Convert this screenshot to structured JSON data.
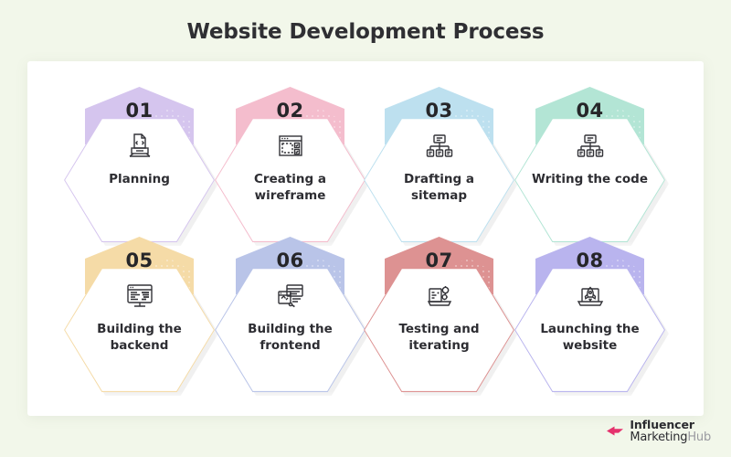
{
  "title": "Website Development Process",
  "background_color": "#f2f7ea",
  "card_color": "#ffffff",
  "steps": [
    {
      "number": "01",
      "label": "Planning",
      "color": "#d5c5ee",
      "icon": "code-document-icon"
    },
    {
      "number": "02",
      "label": "Creating a wireframe",
      "color": "#f4bdcd",
      "icon": "wireframe-layout-icon"
    },
    {
      "number": "03",
      "label": "Drafting a sitemap",
      "color": "#bde0ef",
      "icon": "sitemap-hierarchy-icon"
    },
    {
      "number": "04",
      "label": "Writing the code",
      "color": "#b3e5d5",
      "icon": "sitemap-hierarchy-icon"
    },
    {
      "number": "05",
      "label": "Building the backend",
      "color": "#f5dba7",
      "icon": "monitor-backend-icon"
    },
    {
      "number": "06",
      "label": "Building the frontend",
      "color": "#b9c4e8",
      "icon": "frontend-design-icon"
    },
    {
      "number": "07",
      "label": "Testing and iterating",
      "color": "#dd9292",
      "icon": "laptop-gears-icon"
    },
    {
      "number": "08",
      "label": "Launching the website",
      "color": "#b9b4ee",
      "icon": "laptop-rocket-icon"
    }
  ],
  "logo": {
    "line1": "Influencer",
    "line2_bold": "Marketing",
    "line2_light": "Hub",
    "mark_color": "#e5326d"
  }
}
